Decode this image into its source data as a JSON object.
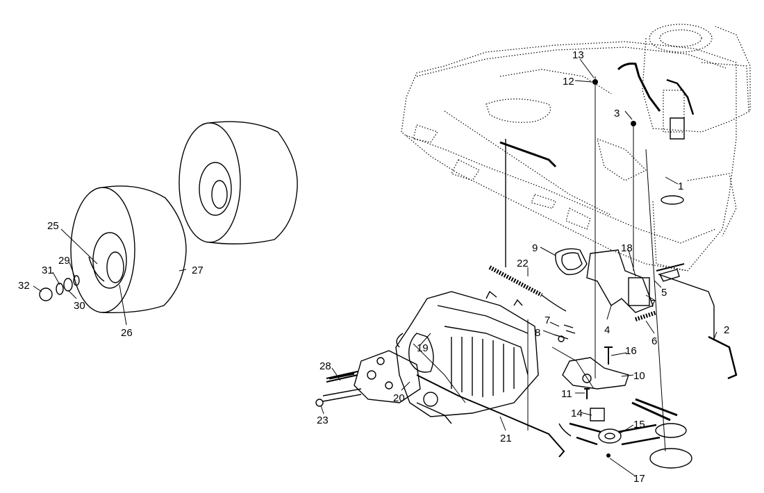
{
  "callouts": {
    "c1": "1",
    "c2": "2",
    "c3": "3",
    "c4": "4",
    "c5": "5",
    "c6": "6",
    "c7a": "7",
    "c7b": "7",
    "c8": "8",
    "c9": "9",
    "c10": "10",
    "c11": "11",
    "c12": "12",
    "c13": "13",
    "c14": "14",
    "c15": "15",
    "c16": "16",
    "c17": "17",
    "c18": "18",
    "c19": "19",
    "c20": "20",
    "c21": "21",
    "c22": "22",
    "c23": "23",
    "c25": "25",
    "c26": "26",
    "c27": "27",
    "c28": "28",
    "c29": "29",
    "c30": "30",
    "c31": "31",
    "c32": "32"
  },
  "colors": {
    "ink": "#000000",
    "paper": "#ffffff"
  }
}
